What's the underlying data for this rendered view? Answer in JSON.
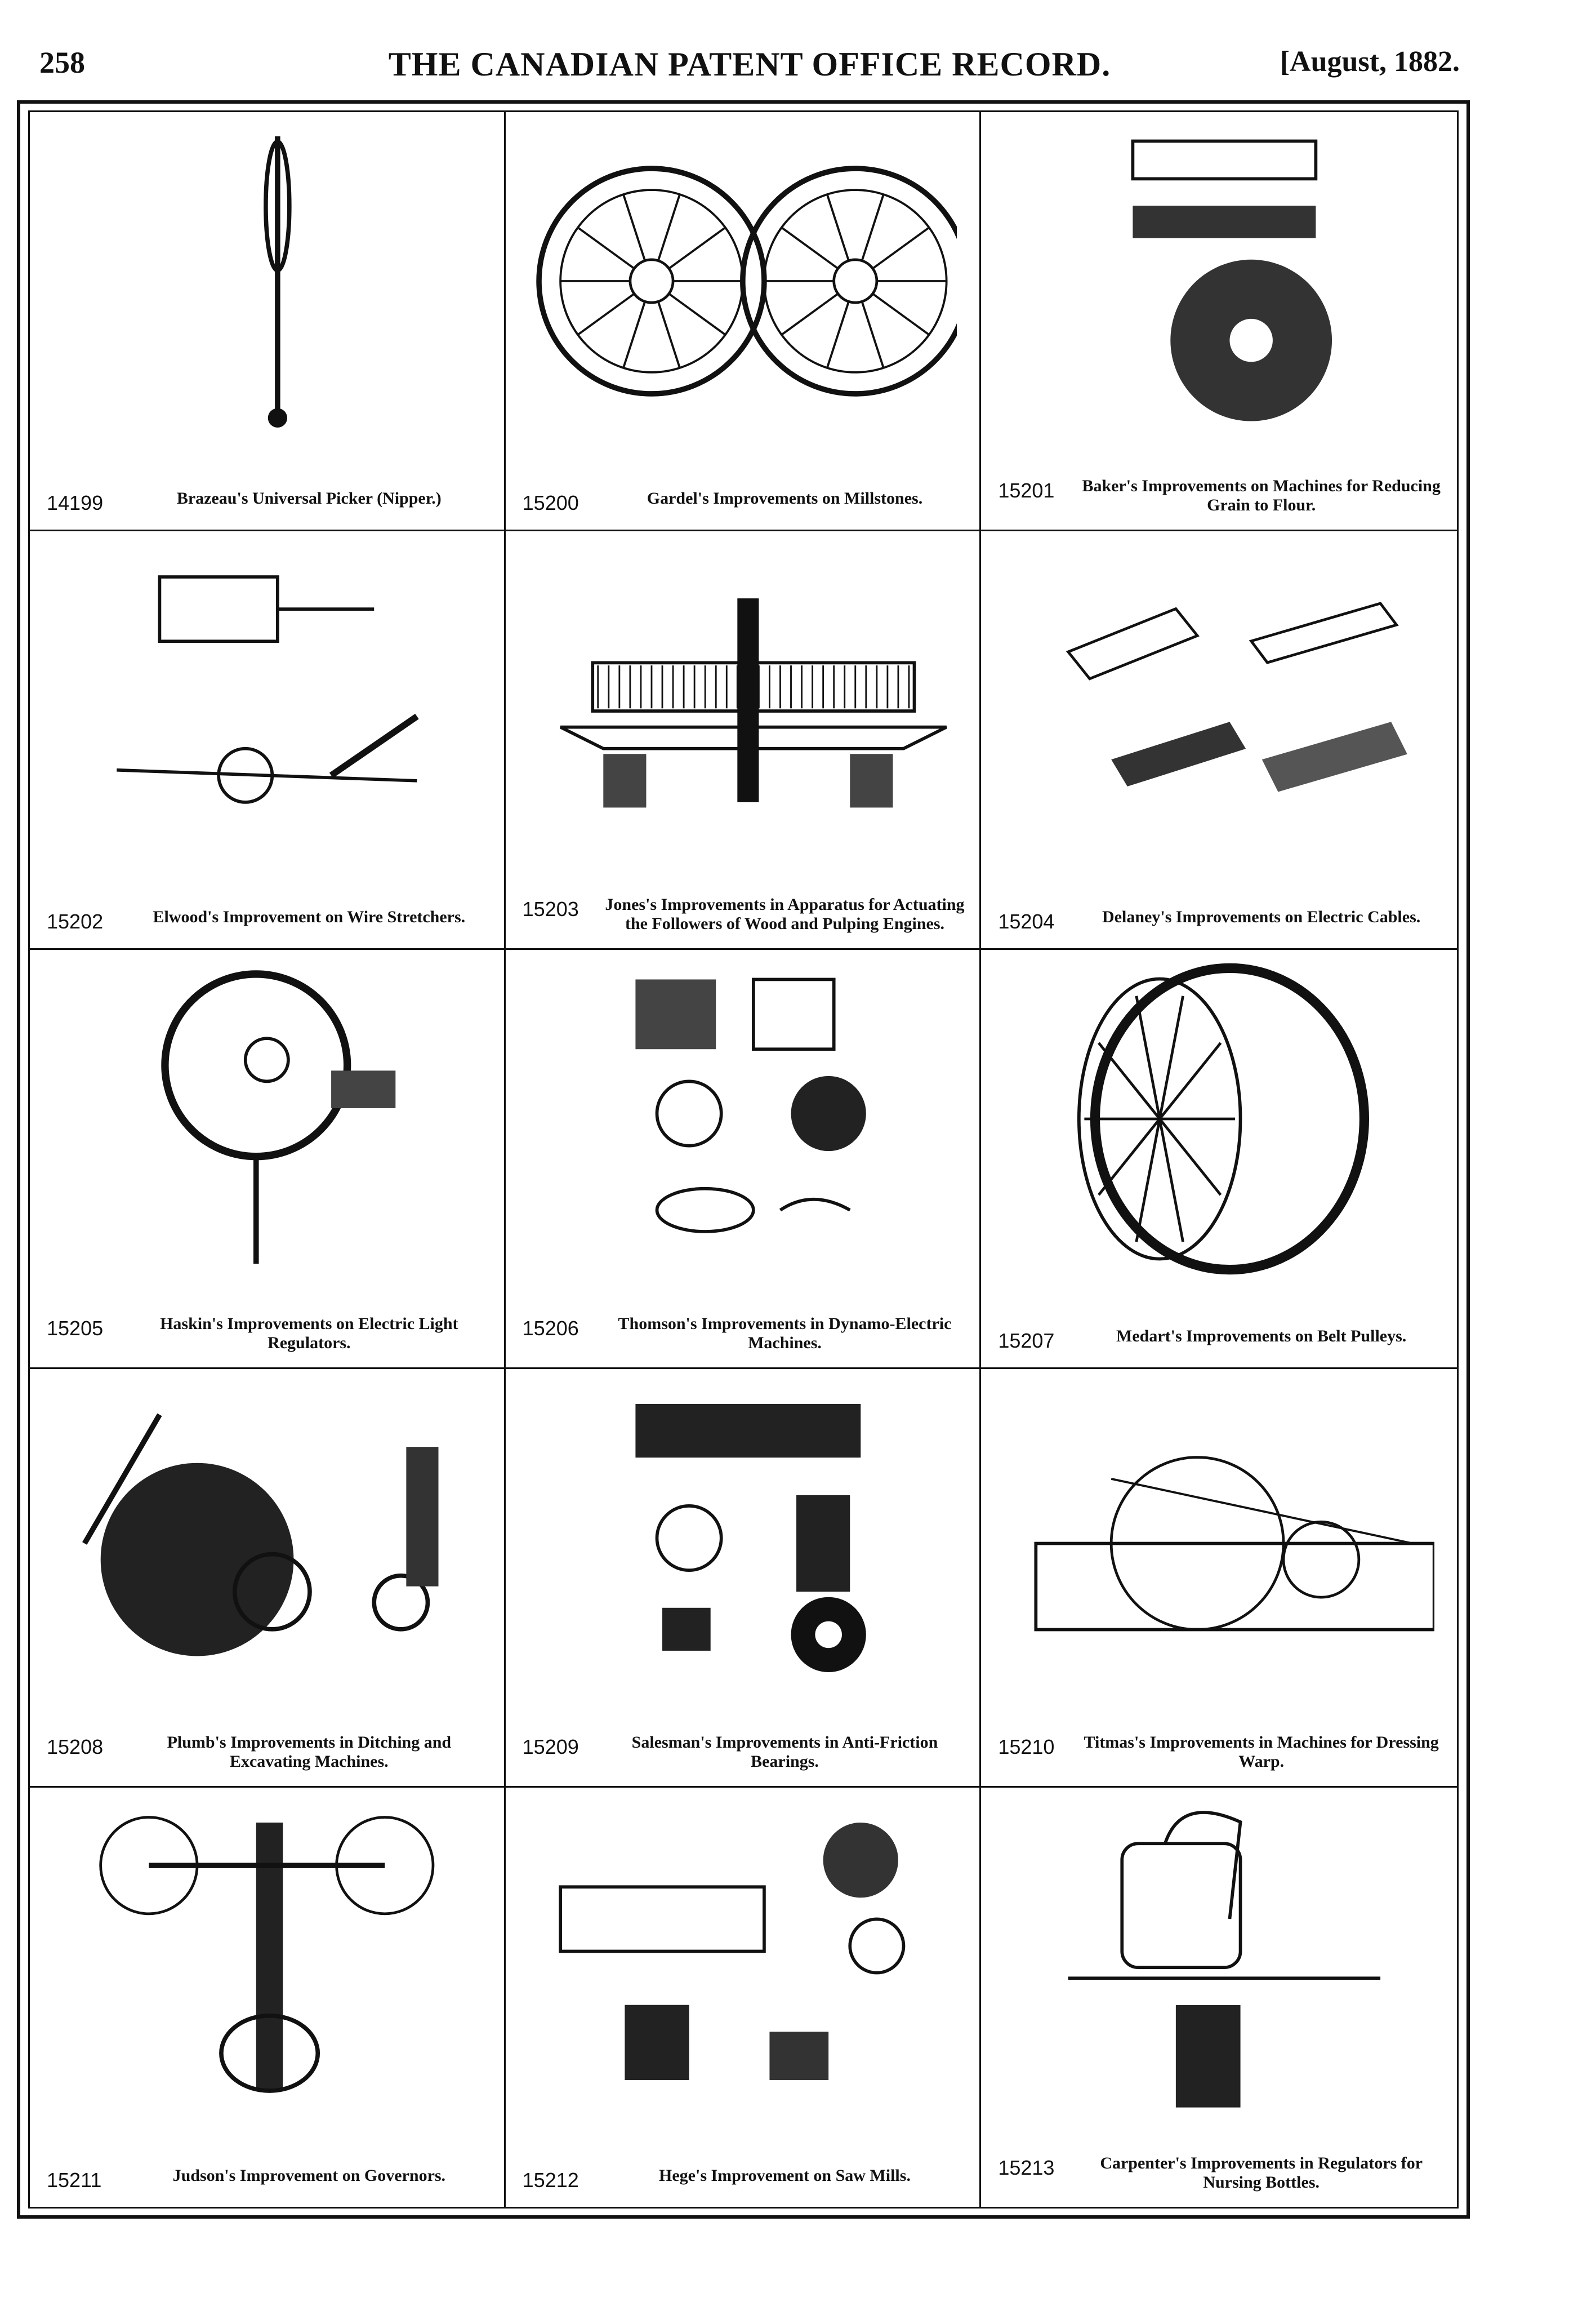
{
  "header": {
    "page_number": "258",
    "title": "THE CANADIAN PATENT OFFICE RECORD.",
    "date": "[August, 1882."
  },
  "entries": [
    {
      "number": "14199",
      "caption": "Brazeau's Universal Picker (Nipper.)",
      "figure": "nipper-illustration"
    },
    {
      "number": "15200",
      "caption": "Gardel's Improvements on Millstones.",
      "figure": "millstone-illustration"
    },
    {
      "number": "15201",
      "caption": "Baker's Improvements on Machines for Reducing Grain to Flour.",
      "figure": "grain-mill-illustration"
    },
    {
      "number": "15202",
      "caption": "Elwood's Improvement on Wire Stretchers.",
      "figure": "wire-stretcher-illustration"
    },
    {
      "number": "15203",
      "caption": "Jones's Improvements in Apparatus for Actuating the Followers of Wood and Pulping Engines.",
      "figure": "pulping-engine-illustration"
    },
    {
      "number": "15204",
      "caption": "Delaney's Improvements on Electric Cables.",
      "figure": "electric-cable-illustration"
    },
    {
      "number": "15205",
      "caption": "Haskin's Improvements on Electric Light Regulators.",
      "figure": "light-regulator-illustration"
    },
    {
      "number": "15206",
      "caption": "Thomson's Improvements in Dynamo-Electric Machines.",
      "figure": "dynamo-illustration"
    },
    {
      "number": "15207",
      "caption": "Medart's Improvements on Belt Pulleys.",
      "figure": "belt-pulley-illustration"
    },
    {
      "number": "15208",
      "caption": "Plumb's Improvements in Ditching and Excavating Machines.",
      "figure": "ditching-machine-illustration"
    },
    {
      "number": "15209",
      "caption": "Salesman's Improvements in Anti-Friction Bearings.",
      "figure": "bearing-illustration"
    },
    {
      "number": "15210",
      "caption": "Titmas's Improvements in Machines for Dressing Warp.",
      "figure": "warp-dressing-illustration"
    },
    {
      "number": "15211",
      "caption": "Judson's Improvement on Governors.",
      "figure": "governor-illustration"
    },
    {
      "number": "15212",
      "caption": "Hege's Improvement on Saw Mills.",
      "figure": "saw-mill-illustration"
    },
    {
      "number": "15213",
      "caption": "Carpenter's Improvements in Regulators for Nursing Bottles.",
      "figure": "nursing-bottle-illustration"
    }
  ],
  "colors": {
    "ink": "#111111",
    "paper": "#ffffff"
  }
}
